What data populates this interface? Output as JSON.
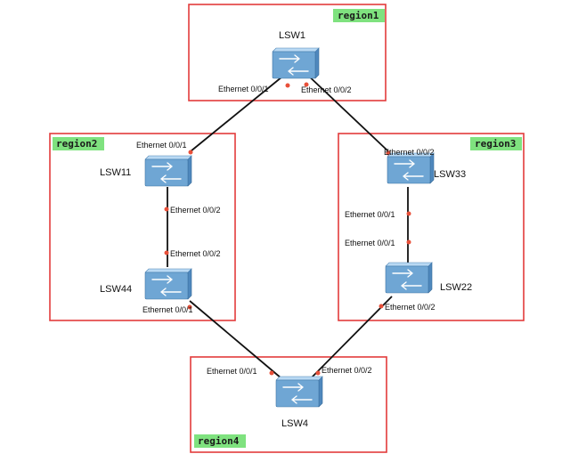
{
  "regions": [
    {
      "id": "region1",
      "label": "region1"
    },
    {
      "id": "region2",
      "label": "region2"
    },
    {
      "id": "region3",
      "label": "region3"
    },
    {
      "id": "region4",
      "label": "region4"
    }
  ],
  "devices": [
    {
      "id": "lsw1",
      "name": "LSW1"
    },
    {
      "id": "lsw11",
      "name": "LSW11"
    },
    {
      "id": "lsw33",
      "name": "LSW33"
    },
    {
      "id": "lsw44",
      "name": "LSW44"
    },
    {
      "id": "lsw22",
      "name": "LSW22"
    },
    {
      "id": "lsw4",
      "name": "LSW4"
    }
  ],
  "ports": [
    {
      "id": "lsw1-p1",
      "label": "Ethernet 0/0/1"
    },
    {
      "id": "lsw1-p2",
      "label": "Ethernet 0/0/2"
    },
    {
      "id": "lsw11-p1",
      "label": "Ethernet 0/0/1"
    },
    {
      "id": "lsw11-p2",
      "label": "Ethernet 0/0/2"
    },
    {
      "id": "lsw44-p2",
      "label": "Ethernet 0/0/2"
    },
    {
      "id": "lsw44-p1",
      "label": "Ethernet 0/0/1"
    },
    {
      "id": "lsw33-p2",
      "label": "Ethernet 0/0/2"
    },
    {
      "id": "lsw33-p1",
      "label": "Ethernet 0/0/1"
    },
    {
      "id": "lsw22-p1",
      "label": "Ethernet 0/0/1"
    },
    {
      "id": "lsw22-p2",
      "label": "Ethernet 0/0/2"
    },
    {
      "id": "lsw4-p1",
      "label": "Ethernet 0/0/1"
    },
    {
      "id": "lsw4-p2",
      "label": "Ethernet 0/0/2"
    }
  ],
  "links": [
    {
      "from": "lsw1",
      "to": "lsw11"
    },
    {
      "from": "lsw1",
      "to": "lsw33"
    },
    {
      "from": "lsw11",
      "to": "lsw44"
    },
    {
      "from": "lsw33",
      "to": "lsw22"
    },
    {
      "from": "lsw44",
      "to": "lsw4"
    },
    {
      "from": "lsw22",
      "to": "lsw4"
    }
  ],
  "colors": {
    "region_border": "#e33b3b",
    "region_tag": "#7fe27f",
    "port_dot": "#e8503a",
    "link": "#111111",
    "switch": "#6fa6d4"
  },
  "icons": {
    "device": "switch-icon"
  }
}
